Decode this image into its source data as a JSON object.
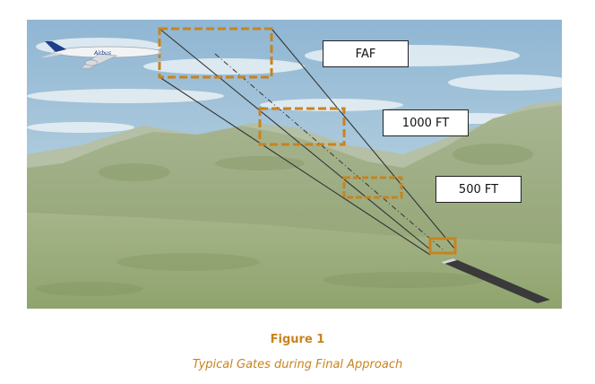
{
  "labels": {
    "faf": "FAF",
    "ft1000": "1000 FT",
    "ft500": "500 FT"
  },
  "caption": {
    "number": "Figure 1",
    "title": "Typical Gates during Final Approach"
  },
  "colors": {
    "gate": "#c8831f",
    "caption": "#c8831f",
    "sky": "#9fc0d8",
    "terrain": "#93a778"
  },
  "icons": [
    "airplane-icon",
    "runway-icon"
  ]
}
